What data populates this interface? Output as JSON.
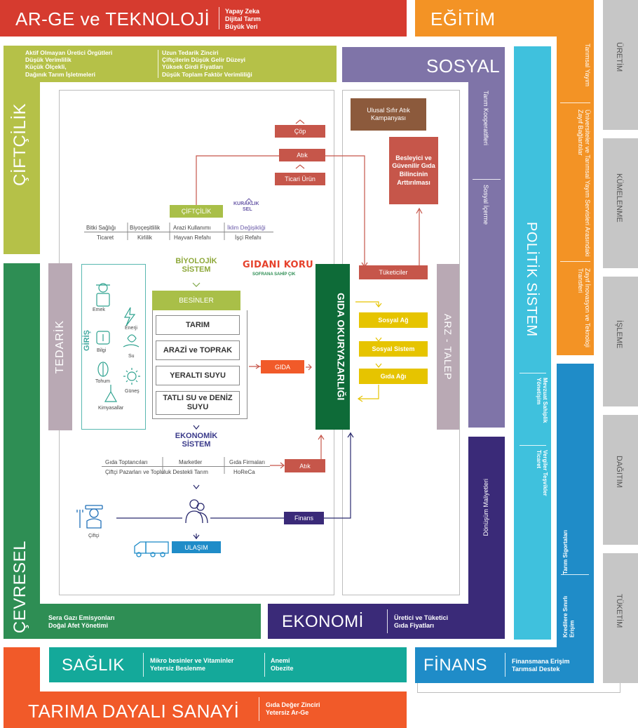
{
  "arge": {
    "title": "AR-GE ve TEKNOLOJİ",
    "items": [
      "Yapay Zeka",
      "Dijital Tarım",
      "Büyük Veri"
    ]
  },
  "egitim": {
    "title": "EĞİTİM",
    "items": [
      "Tarımsal Yayım",
      "Üniversiteler ve Tarımsal Yayım Servisleri Arasındaki Zayıf Bağlantılar",
      "Zayıf İnovasyon ve Teknoloji Transferi"
    ]
  },
  "ciftcilik": {
    "title": "ÇİFTÇİLİK",
    "col1": [
      "Aktif Olmayan Üretici Örgütleri",
      "Düşük Verimlilik",
      "Küçük Ölçekli,",
      "Dağınık Tarım İşletmeleri"
    ],
    "col2": [
      "Uzun Tedarik Zinciri",
      "Çiftçilerin Düşük Gelir Düzeyi",
      "Yüksek Girdi Fiyatları",
      "Düşük Toplam Faktör Verimliliği"
    ]
  },
  "sosyal": {
    "title": "SOSYAL",
    "items": [
      "Tarım Kooperatifleri",
      "Sosyal İçerme"
    ]
  },
  "politik": {
    "title": "POLİTİK SİSTEM",
    "items": [
      "Mevzuat Sahiplik Yönetişim",
      "Vergiler Teşvikler Ticaret"
    ]
  },
  "cevresel": {
    "title": "ÇEVRESEL",
    "items": [
      "Sera Gazı Emisyonları",
      "Doğal Afet Yönetimi"
    ]
  },
  "ekonomi": {
    "title": "EKONOMİ",
    "items": [
      "Üretici ve Tüketici",
      "Gıda Fiyatları"
    ],
    "side": "Dönüşüm Maliyetleri"
  },
  "saglik": {
    "title": "SAĞLIK",
    "col1": [
      "Mikro besinler ve Vitaminler",
      "Yetersiz Beslenme"
    ],
    "col2": [
      "Anemi",
      "Obezite"
    ]
  },
  "finans": {
    "title": "FİNANS",
    "items": [
      "Finansmana Erişim",
      "Tarımsal Destek"
    ],
    "side": [
      "Tarım Sigortaları",
      "Kredilere Sınırlı Erişim"
    ]
  },
  "sanayi": {
    "title": "TARIMA DAYALI SANAYİ",
    "items": [
      "Gıda Değer Zinciri",
      "Yetersiz Ar-Ge"
    ]
  },
  "stages": [
    "ÜRETİM",
    "KÜMELENME",
    "İŞLEME",
    "DAĞITIM",
    "TÜKETİM"
  ],
  "center": {
    "cop": "Çöp",
    "atik": "Atık",
    "ticari": "Ticari Ürün",
    "kampanya": "Ulusal Sıfır Atık Kampanyası",
    "besleyici": "Besleyici ve Güvenilir Gıda Bilincinin Arttırılması",
    "ciftcilik_tag": "ÇİFTÇİLİK",
    "kuraklik": "KURAKLIK",
    "sel": "SEL",
    "row1": [
      "Bitki Sağlığı",
      "Biyoçeşitlilik",
      "Arazi Kullanımı",
      "İklim Değişikliği"
    ],
    "row2": [
      "Ticaret",
      "Kirlilik",
      "Hayvan Refahı",
      "İşçi Refahı"
    ],
    "biyolojik": "BİYOLOJİK SİSTEM",
    "logo_main": "GIDANI KORU",
    "logo_sub": "SOFRANA SAHİP ÇIK",
    "tedarik": "TEDARİK",
    "giris": "GİRİŞ",
    "inputs": [
      "Emek",
      "Enerji",
      "Bilgi",
      "Su",
      "Tohum",
      "Güneş",
      "Kimyasallar"
    ],
    "besinler": "BESİNLER",
    "systems": [
      "TARIM",
      "ARAZİ ve TOPRAK",
      "YERALTI SUYU",
      "TATLI SU ve DENİZ SUYU"
    ],
    "gida": "GIDA",
    "okuryazarlik": "GIDA OKURYAZARLIĞI",
    "tuketiciler": "Tüketiciler",
    "arz": "ARZ - TALEP",
    "social": [
      "Sosyal Ağ",
      "Sosyal Sistem",
      "Gıda Ağı"
    ],
    "ekonomik": "EKONOMİK SİSTEM",
    "row3": [
      "Gıda Toptancıları",
      "Marketler",
      "Gıda Firmaları"
    ],
    "row4": [
      "Çiftçi Pazarları ve Topluluk Destekli Tarım",
      "HoReCa"
    ],
    "atik2": "Atık",
    "finans_box": "Finans",
    "ciftci": "Çiftçi",
    "ulasim": "ULAŞIM"
  },
  "colors": {
    "red": "#d63b2f",
    "orange": "#f39325",
    "olive": "#b5c148",
    "purple": "#7f74a8",
    "cyan": "#3fc1dd",
    "green": "#2e8e54",
    "navy": "#3a2a78",
    "teal": "#14a99a",
    "blue": "#1f8cc8",
    "dkorange": "#f15a29",
    "brown": "#8c5a3c",
    "rust": "#c6564a",
    "yellow": "#e6c400",
    "lightgreen": "#a9bf48",
    "mauve": "#b9a9b4",
    "darkgreen": "#0e6b38"
  }
}
